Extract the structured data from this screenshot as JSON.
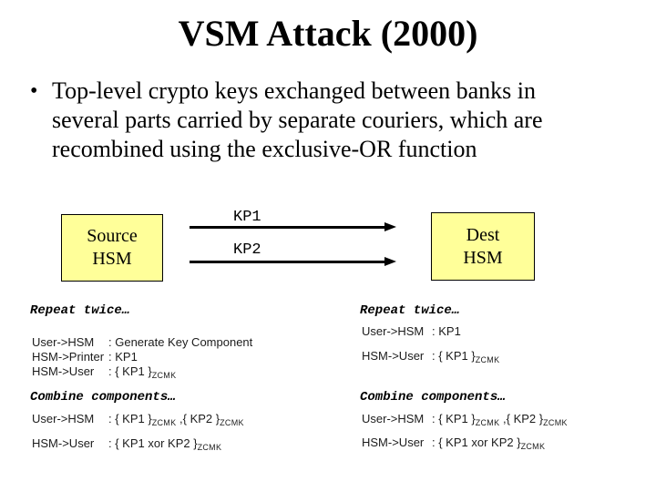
{
  "slide": {
    "title": "VSM Attack (2000)",
    "bullet_marker": "•",
    "bullet_lines": [
      "Top-level crypto keys exchanged between banks in",
      "several parts carried by separate couriers, which are",
      "recombined using the exclusive-OR function"
    ]
  },
  "diagram": {
    "source_box": {
      "line1": "Source",
      "line2": "HSM"
    },
    "dest_box": {
      "line1": "Dest",
      "line2": "HSM"
    },
    "arrows": [
      {
        "label": "KP1"
      },
      {
        "label": "KP2"
      }
    ],
    "box_fill": "#FFFF99",
    "box_border": "#000000",
    "arrow_color": "#000000"
  },
  "protocol": {
    "left": {
      "repeat_header": "Repeat twice…",
      "repeat_rows": [
        {
          "label": "User->HSM",
          "pre": ": Generate Key Component"
        },
        {
          "label": "HSM->Printer",
          "pre": ": KP1"
        },
        {
          "label": "HSM->User",
          "pre": ": { KP1 }",
          "sub1": "ZCMK"
        }
      ],
      "combine_header": "Combine components…",
      "combine_rows": [
        {
          "label": "User->HSM",
          "pre": ": { KP1 }",
          "sub1": "ZCMK",
          "mid": " ,{ KP2 }",
          "sub2": "ZCMK"
        },
        {
          "label": "HSM->User",
          "pre": ": { KP1 xor KP2 }",
          "sub1": "ZCMK"
        }
      ]
    },
    "right": {
      "repeat_header": "Repeat twice…",
      "repeat_rows": [
        {
          "label": "User->HSM",
          "pre": ": KP1"
        },
        {
          "label": "HSM->User",
          "pre": ": { KP1 }",
          "sub1": "ZCMK"
        }
      ],
      "combine_header": "Combine components…",
      "combine_rows": [
        {
          "label": "User->HSM",
          "pre": ": { KP1 }",
          "sub1": "ZCMK",
          "mid": " ,{ KP2 }",
          "sub2": "ZCMK"
        },
        {
          "label": "HSM->User",
          "pre": ": { KP1 xor KP2 }",
          "sub1": "ZCMK"
        }
      ]
    }
  }
}
